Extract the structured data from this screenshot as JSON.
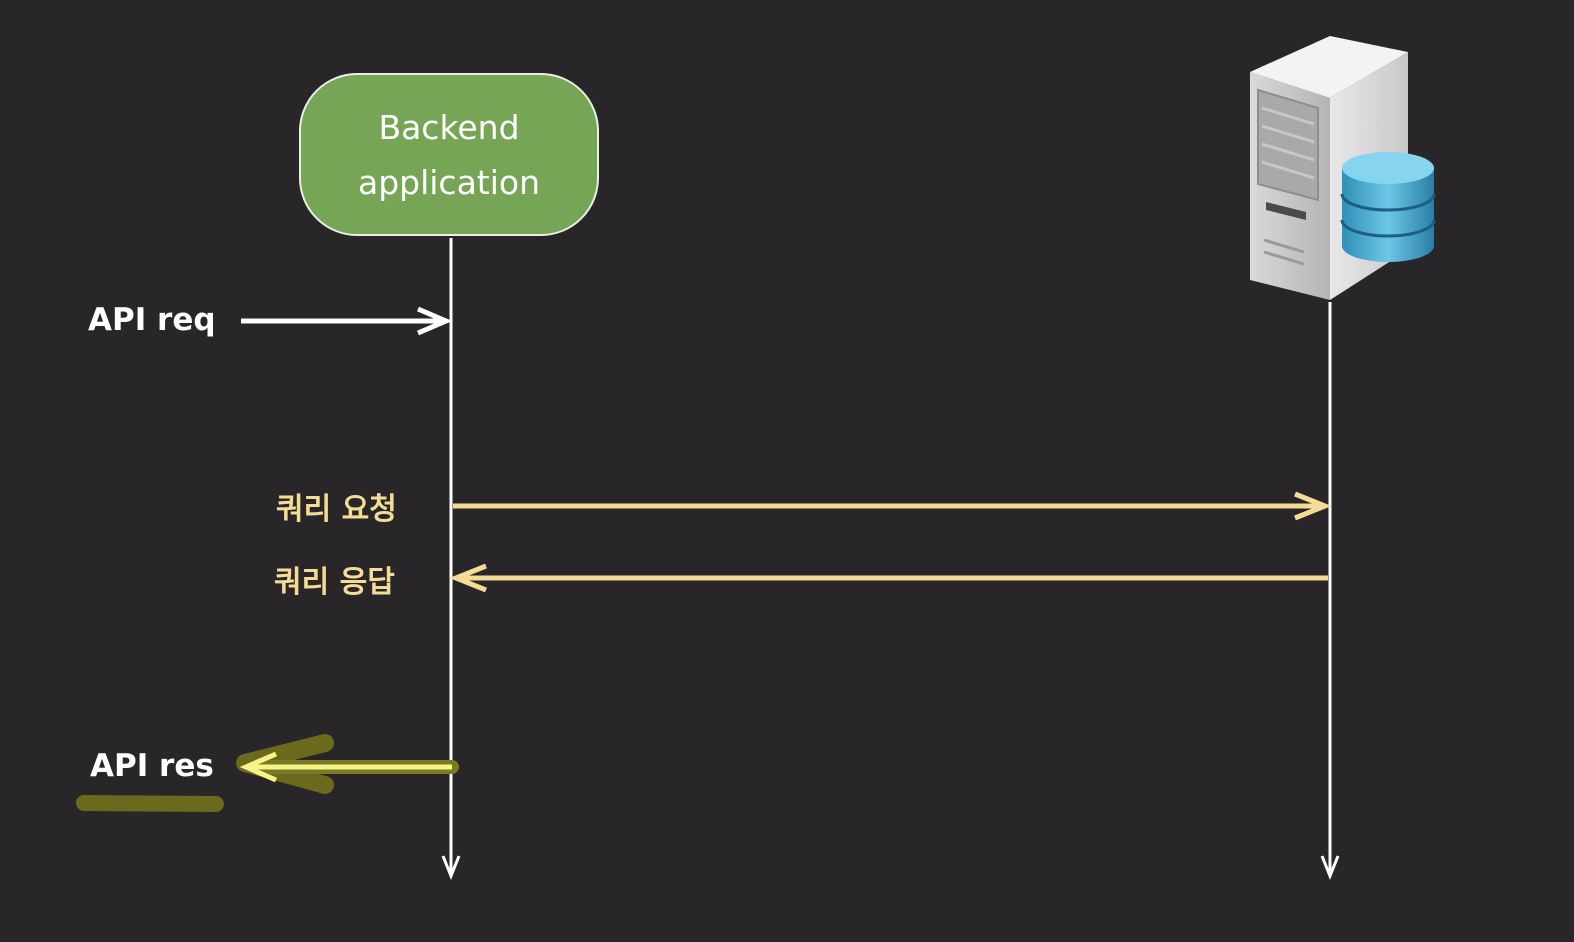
{
  "backend": {
    "line1": "Backend",
    "line2": "application"
  },
  "messages": {
    "api_req": "API req",
    "query_request": "쿼리 요청",
    "query_response": "쿼리 응답",
    "api_res": "API res"
  },
  "colors": {
    "background": "#282629",
    "backend_fill": "#77a556",
    "lifeline": "#ffffff",
    "query_arrow": "#f4dc95",
    "highlight": "#6b6a1c",
    "response_arrow": "#f7f48a"
  },
  "icons": {
    "database_server": "server-database-icon"
  }
}
